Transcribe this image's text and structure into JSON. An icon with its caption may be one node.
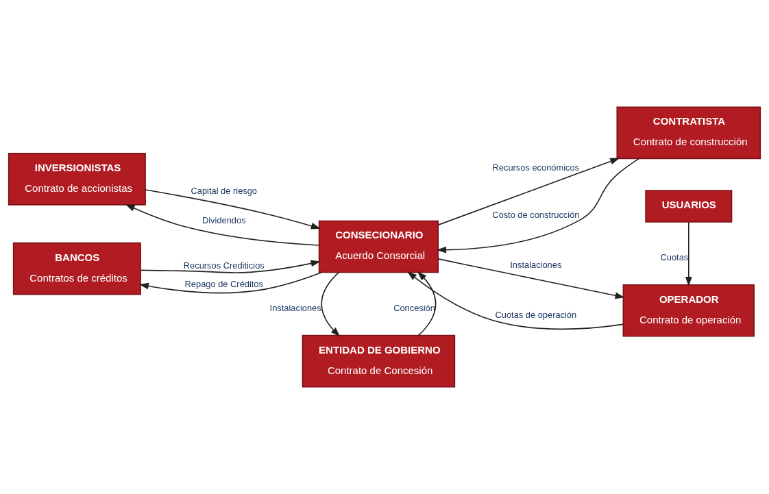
{
  "diagram": {
    "nodes": [
      {
        "text": [
          "ENTIDAD DE GOBIERNO",
          "Contrato de Concesión"
        ]
      },
      {
        "text": [
          "INVERSIONISTAS",
          "Contrato de accionistas"
        ]
      },
      {
        "text": [
          "CONTRATISTA",
          "Contrato de construcción"
        ]
      },
      {
        "text": [
          "CONSECIONARIO",
          "Acuerdo Consorcial"
        ]
      },
      {
        "text": [
          "BANCOS",
          "Contratos de créditos"
        ]
      },
      {
        "text": [
          "OPERADOR",
          "Contrato de operación"
        ]
      },
      {
        "text": [
          "USUARIOS"
        ]
      }
    ],
    "edges": [
      {
        "from": 0,
        "to": 3,
        "arrow": "to",
        "label": "Concesión"
      },
      {
        "from": 3,
        "to": 0,
        "arrow": "to",
        "label": "Instalaciones"
      },
      {
        "from": 3,
        "to": 1,
        "arrow": "to",
        "label": "Dividendos"
      },
      {
        "from": 1,
        "to": 3,
        "arrow": "to",
        "label": "Capital de riesgo"
      },
      {
        "from": 3,
        "to": 2,
        "arrow": "to",
        "label": "Recursos económicos"
      },
      {
        "from": 2,
        "to": 3,
        "arrow": "to",
        "label": "Costo de construcción"
      },
      {
        "from": 4,
        "to": 3,
        "arrow": "to",
        "label": "Recursos Crediticios"
      },
      {
        "from": 3,
        "to": 4,
        "arrow": "to",
        "label": "Repago de Créditos"
      },
      {
        "from": 5,
        "to": 3,
        "arrow": "to",
        "label": "Cuotas de operación"
      },
      {
        "from": 3,
        "to": 5,
        "arrow": "to",
        "label": "Instalaciones"
      },
      {
        "from": 6,
        "to": 5,
        "arrow": "to",
        "label": "Cuotas"
      }
    ]
  }
}
